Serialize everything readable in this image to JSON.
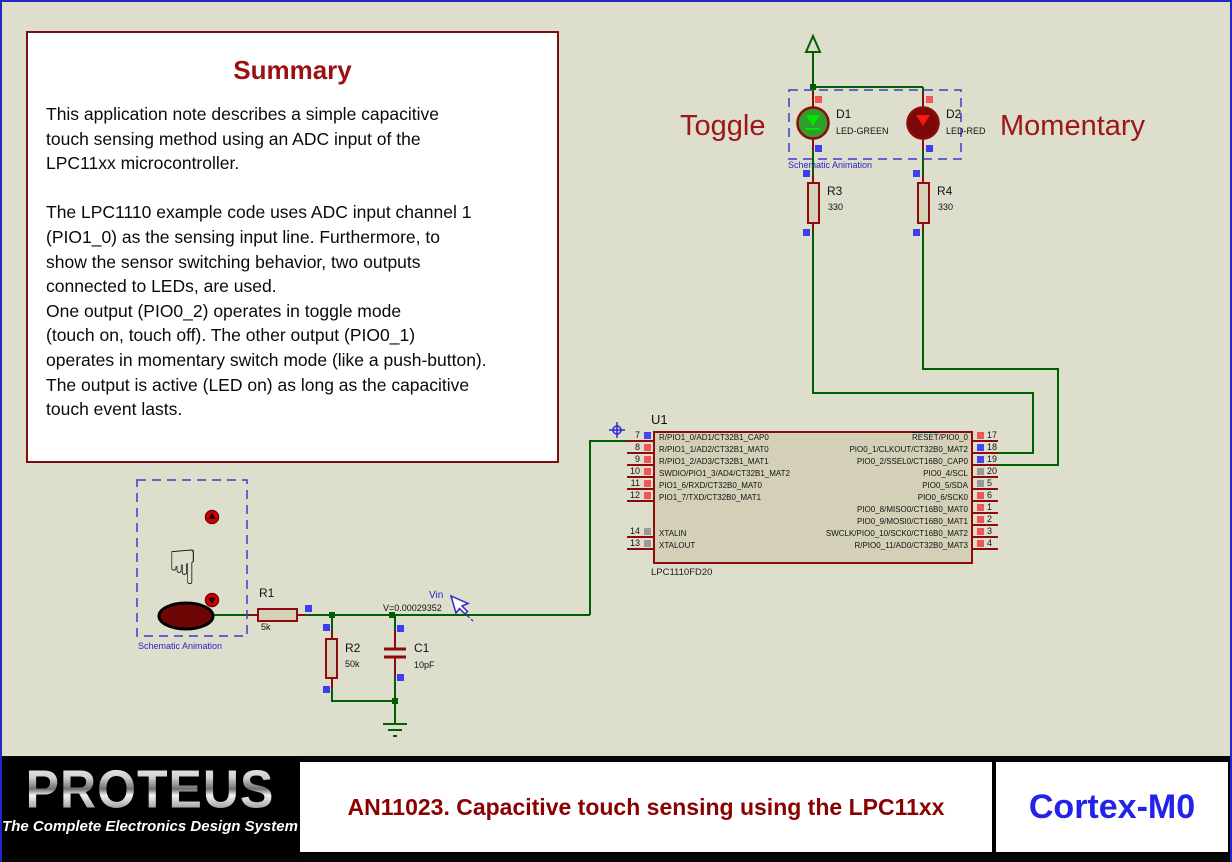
{
  "app": {
    "background_color": "#dedecd",
    "wire_color": "#005f00",
    "component_color": "#8e0b0b",
    "selection_color": "#3d3df2"
  },
  "summary": {
    "title": "Summary",
    "body": "This application note describes a simple capacitive\ntouch sensing method using an ADC input of the\nLPC11xx microcontroller.\n\nThe LPC1110 example code uses ADC input channel 1\n(PIO1_0) as the sensing input line. Furthermore, to\nshow the sensor switching behavior, two outputs\nconnected to LEDs, are used.\nOne output (PIO0_2) operates in toggle mode\n(touch on, touch off). The other output (PIO0_1)\noperates in momentary switch mode (like a push-button).\nThe output is active (LED on) as long as the capacitive\ntouch event lasts."
  },
  "schematic": {
    "toggle_label": "Toggle",
    "momentary_label": "Momentary",
    "led_group_caption": "Schematic Animation",
    "sensor_group_caption": "Schematic Animation",
    "probe_label": "Vin",
    "probe_value": "V=0.00029352",
    "components": {
      "d1": {
        "ref": "D1",
        "value": "LED-GREEN"
      },
      "d2": {
        "ref": "D2",
        "value": "LED-RED"
      },
      "r1": {
        "ref": "R1",
        "value": "5k"
      },
      "r2": {
        "ref": "R2",
        "value": "50k"
      },
      "r3": {
        "ref": "R3",
        "value": "330"
      },
      "r4": {
        "ref": "R4",
        "value": "330"
      },
      "c1": {
        "ref": "C1",
        "value": "10pF"
      }
    },
    "chip": {
      "ref": "U1",
      "part": "LPC1110FD20",
      "state_colors": {
        "high": "#f25555",
        "low": "#4646f0",
        "float": "#9a9a9a"
      },
      "left_pins": [
        {
          "num": "7",
          "state": "low",
          "label": "R/PIO1_0/AD1/CT32B1_CAP0"
        },
        {
          "num": "8",
          "state": "high",
          "label": "R/PIO1_1/AD2/CT32B1_MAT0"
        },
        {
          "num": "9",
          "state": "high",
          "label": "R/PIO1_2/AD3/CT32B1_MAT1"
        },
        {
          "num": "10",
          "state": "high",
          "label": "SWDIO/PIO1_3/AD4/CT32B1_MAT2"
        },
        {
          "num": "11",
          "state": "high",
          "label": "PIO1_6/RXD/CT32B0_MAT0"
        },
        {
          "num": "12",
          "state": "high",
          "label": "PIO1_7/TXD/CT32B0_MAT1"
        },
        {
          "num": "14",
          "state": "float",
          "label": "XTALIN"
        },
        {
          "num": "13",
          "state": "float",
          "label": "XTALOUT"
        }
      ],
      "right_pins": [
        {
          "num": "17",
          "state": "high",
          "label_overline": "RESET",
          "label": "/PIO0_0"
        },
        {
          "num": "18",
          "state": "low",
          "label": "PIO0_1/CLKOUT/CT32B0_MAT2"
        },
        {
          "num": "19",
          "state": "low",
          "label": "PIO0_2/SSEL0/CT16B0_CAP0"
        },
        {
          "num": "20",
          "state": "float",
          "label": "PIO0_4/SCL"
        },
        {
          "num": "5",
          "state": "float",
          "label": "PIO0_5/SDA"
        },
        {
          "num": "6",
          "state": "high",
          "label": "PIO0_6/SCK0"
        },
        {
          "num": "1",
          "state": "high",
          "label": "PIO0_8/MISO0/CT16B0_MAT0"
        },
        {
          "num": "2",
          "state": "high",
          "label": "PIO0_9/MOSI0/CT16B0_MAT1"
        },
        {
          "num": "3",
          "state": "high",
          "label": "SWCLK/PIO0_10/SCK0/CT16B0_MAT2"
        },
        {
          "num": "4",
          "state": "high",
          "label": "R/PIO0_11/AD0/CT32B0_MAT3"
        }
      ]
    }
  },
  "banner": {
    "logo_title": "PROTEUS",
    "logo_tagline": "The Complete Electronics Design System",
    "title": "AN11023. Capacitive touch sensing using the LPC11xx",
    "badge": "Cortex-M0"
  }
}
